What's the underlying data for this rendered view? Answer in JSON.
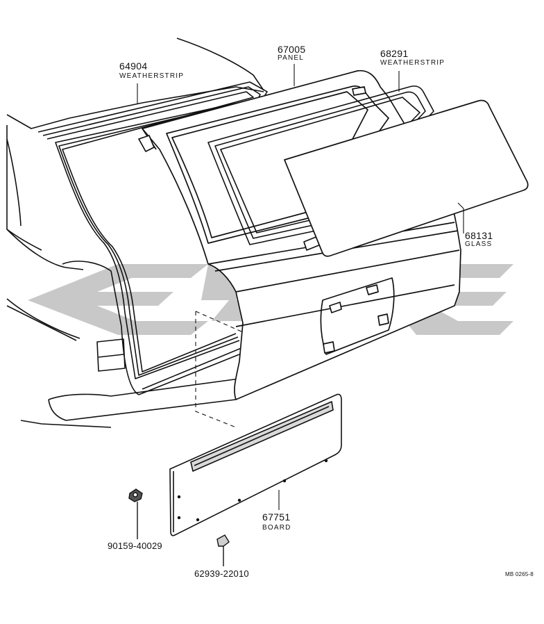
{
  "diagram": {
    "watermark": "EPC",
    "reference_code": "MB 0265-8",
    "parts": [
      {
        "number": "64904",
        "name": "WEATHERSTRIP"
      },
      {
        "number": "67005",
        "name": "PANEL"
      },
      {
        "number": "68291",
        "name": "WEATHERSTRIP"
      },
      {
        "number": "68131",
        "name": "GLASS"
      },
      {
        "number": "67751",
        "name": "BOARD"
      },
      {
        "number": "90159-40029",
        "name": ""
      },
      {
        "number": "62939-22010",
        "name": ""
      }
    ]
  },
  "colors": {
    "line": "#111111",
    "fill_gray": "#d9d9d9",
    "watermark": "#c8c8c8",
    "background": "#ffffff"
  }
}
